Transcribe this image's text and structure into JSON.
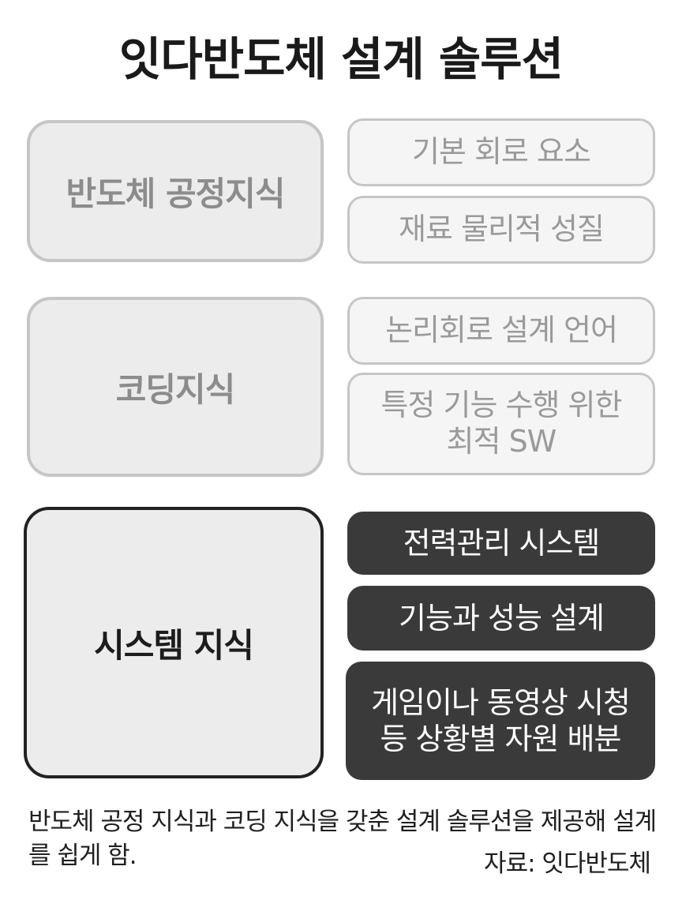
{
  "title": "잇다반도체 설계 솔루션",
  "groups": [
    {
      "category": "반도체 공정지식",
      "items": [
        "기본 회로 요소",
        "재료 물리적 성질"
      ]
    },
    {
      "category": "코딩지식",
      "items": [
        "논리회로 설계 언어",
        "특정 기능 수행 위한\n최적 SW"
      ]
    },
    {
      "category": "시스템 지식",
      "items": [
        "전력관리 시스템",
        "기능과 성능 설계",
        "게임이나 동영상 시청\n등 상황별 자원 배분"
      ]
    }
  ],
  "footer": {
    "note": "반도체 공정 지식과 코딩 지식을 갖춘 설계 솔루션을 제공해 설계를 쉽게 함.",
    "source": "자료: 잇다반도체"
  },
  "colors": {
    "muted_border": "#c6c6c6",
    "muted_text": "#8c8c8c",
    "dark_fill": "#3a3a3a",
    "dark_border": "#222222"
  }
}
